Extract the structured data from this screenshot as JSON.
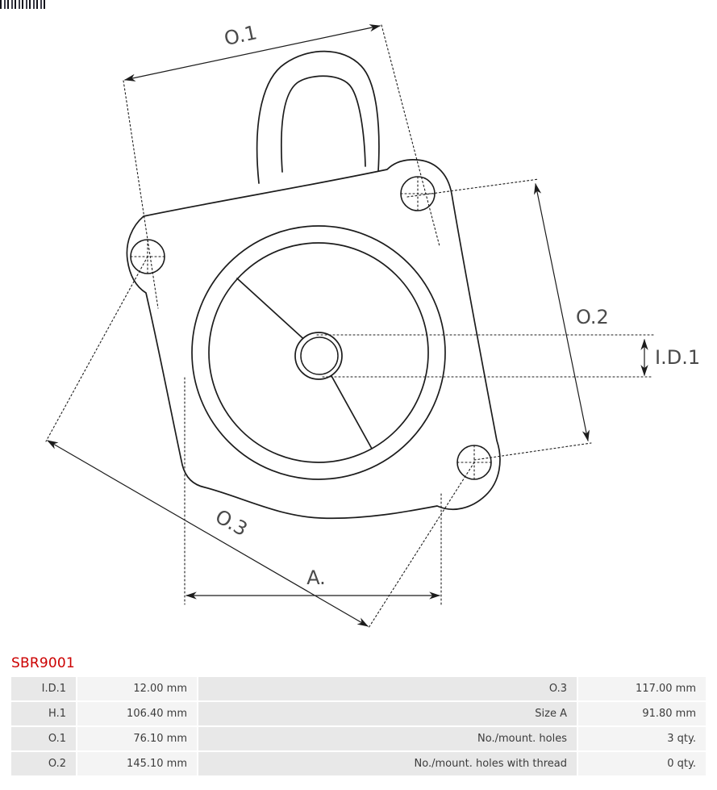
{
  "brand": {
    "logo_icon": "striped-logo-fragment"
  },
  "drawing": {
    "description": "starter-cover-technical-drawing",
    "labels": {
      "o1": "O.1",
      "o2": "O.2",
      "o3": "O.3",
      "id1": "I.D.1",
      "a": "A."
    },
    "line_color": "#1c1c1c",
    "label_color": "#4a4a4a"
  },
  "part_number": "SBR9001",
  "part_number_color": "#cc0000",
  "spec_table": {
    "rows": [
      {
        "label1": "I.D.1",
        "value1": "12.00 mm",
        "label2": "O.3",
        "value2": "117.00 mm"
      },
      {
        "label1": "H.1",
        "value1": "106.40 mm",
        "label2": "Size A",
        "value2": "91.80 mm"
      },
      {
        "label1": "O.1",
        "value1": "76.10 mm",
        "label2": "No./mount. holes",
        "value2": "3 qty."
      },
      {
        "label1": "O.2",
        "value1": "145.10 mm",
        "label2": "No./mount. holes with thread",
        "value2": "0 qty."
      }
    ]
  }
}
